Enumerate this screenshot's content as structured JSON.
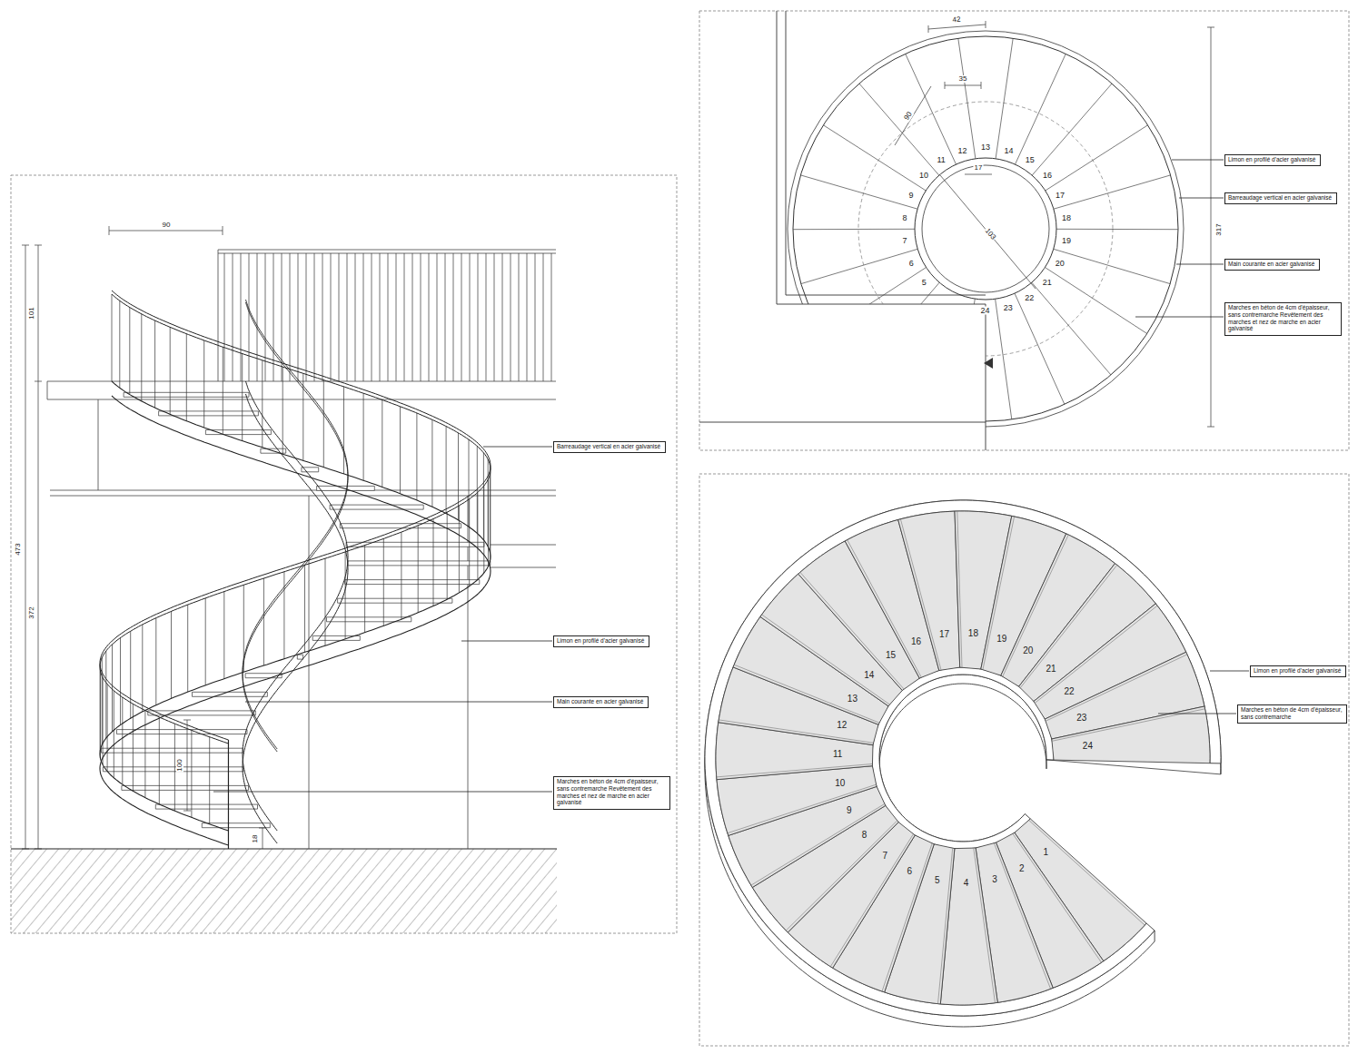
{
  "diagram": {
    "nodes": [
      {
        "text": [
          "Barreaudage vertical en acier galvanisé"
        ]
      },
      {
        "text": [
          "Limon en profilé d'acier galvanisé"
        ]
      },
      {
        "text": [
          "Main courante en acier galvanisé"
        ]
      },
      {
        "text": [
          "Marches en béton de 4cm d'épaisseur, sans contremarche Revêtement des marches et nez de marche en acier galvanisé"
        ]
      },
      {
        "text": [
          "Limon en profilé d'acier galvanisé"
        ]
      },
      {
        "text": [
          "Barreaudage vertical en acier galvanisé"
        ]
      },
      {
        "text": [
          "Main courante en acier galvanisé"
        ]
      },
      {
        "text": [
          "Marches en béton de 4cm d'épaisseur, sans contremarche Revêtement des marches et nez de marche en acier galvanisé"
        ]
      },
      {
        "text": [
          "Limon en profilé d'acier galvanisé"
        ]
      },
      {
        "text": [
          "Marches en béton de 4cm d'épaisseur, sans contremarche"
        ]
      }
    ],
    "labels": [
      "90",
      "101",
      "473",
      "372",
      "100",
      "18",
      "42",
      "35",
      "90",
      "17",
      "103",
      "317",
      "5",
      "6",
      "7",
      "8",
      "9",
      "10",
      "11",
      "12",
      "13",
      "14",
      "15",
      "16",
      "17",
      "18",
      "19",
      "20",
      "21",
      "22",
      "23",
      "24",
      "1",
      "2",
      "3",
      "4",
      "5",
      "6",
      "7",
      "8",
      "9",
      "10",
      "11",
      "12",
      "13",
      "14",
      "15",
      "16",
      "17",
      "18",
      "19",
      "20",
      "21",
      "22",
      "23",
      "24"
    ]
  }
}
